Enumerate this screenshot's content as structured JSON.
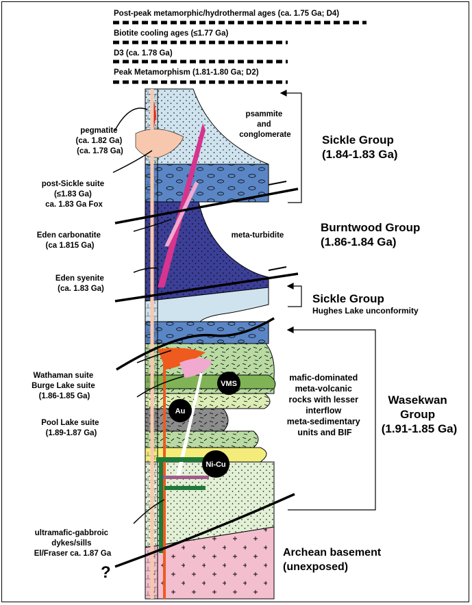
{
  "ages": {
    "post_peak": "Post-peak metamorphic/hydrothermal ages (ca. 1.75 Ga; D4)",
    "biotite": "Biotite cooling ages (≤1.77 Ga)",
    "d3": "D3 (ca. 1.78 Ga)",
    "peak": "Peak Metamorphism (1.81-1.80 Ga; D2)"
  },
  "left_labels": {
    "pegmatite": [
      "pegmatite",
      "(ca. 1.82 Ga)",
      "(ca. 1.78 Ga)"
    ],
    "post_sickle": [
      "post-Sickle suite",
      "(≤1.83 Ga)",
      "ca. 1.83 Ga Fox"
    ],
    "eden_carbonatite": [
      "Eden carbonatite",
      "(ca 1.815 Ga)"
    ],
    "eden_syenite": [
      "Eden syenite",
      "(ca. 1.83 Ga)"
    ],
    "wathaman": [
      "Wathaman suite",
      "Burge Lake suite",
      "(1.86-1.85 Ga)"
    ],
    "pool_lake": [
      "Pool Lake suite",
      "(1.89-1.87 Ga)"
    ],
    "ultramafic": [
      "ultramafic-gabbroic",
      "dykes/sills",
      "El/Fraser ca. 1.87 Ga"
    ]
  },
  "inner_labels": {
    "psammite": [
      "psammite",
      "and",
      "conglomerate"
    ],
    "meta_turbidite": "meta-turbidite",
    "mafic": [
      "mafic-dominated",
      "meta-volcanic",
      "rocks with lesser",
      "interflow",
      "meta-sedimentary",
      "units and BIF"
    ]
  },
  "groups": {
    "sickle_upper": [
      "Sickle Group",
      "(1.84-1.83 Ga)"
    ],
    "burntwood": [
      "Burntwood Group",
      "(1.86-1.84 Ga)"
    ],
    "sickle_lower": [
      "Sickle Group",
      "Hughes Lake unconformity"
    ],
    "wasekwan": [
      "Wasekwan",
      "Group",
      "(1.91-1.85 Ga)"
    ],
    "archean": [
      "Archean basement",
      "(unexposed)"
    ]
  },
  "badges": {
    "vms": "VMS",
    "au": "Au",
    "nicu": "Ni-Cu"
  },
  "question_mark": "?",
  "colors": {
    "psammite": "#cfe3ef",
    "conglomerate": "#5b86c6",
    "turbidite": "#3c3f96",
    "mafic_green": "#b9dba3",
    "light_green": "#dceeb6",
    "grey_unit": "#8d8d8d",
    "yellow_unit": "#f3ec7a",
    "lower_green": "#e2f0d5",
    "archean": "#f3bfcf",
    "red": "#e32619",
    "orange": "#ef5a1e",
    "peach": "#f7c8ae",
    "magenta": "#d6348e",
    "pink": "#f1a9cf",
    "dark_green": "#1d7a3a",
    "purple": "#a05c8a"
  }
}
